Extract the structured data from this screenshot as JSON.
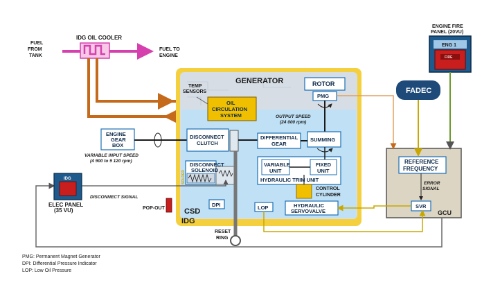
{
  "labels": {
    "fuel_from": [
      "FUEL",
      "FROM",
      "TANK"
    ],
    "idg_oil_cooler": "IDG OIL COOLER",
    "fuel_to": [
      "FUEL TO",
      "ENGINE"
    ],
    "engine_fire_panel": [
      "ENGINE FIRE",
      "PANEL (20VU)"
    ],
    "eng1": "ENG 1",
    "fire": "FIRE",
    "generator": "GENERATOR",
    "rotor": "ROTOR",
    "pmg": "PMG",
    "temp_sensors": [
      "TEMP",
      "SENSORS"
    ],
    "oil_circulation": [
      "OIL",
      "CIRCULATION",
      "SYSTEM"
    ],
    "output_speed": [
      "OUTPUT SPEED",
      "(24 000 rpm)"
    ],
    "fadec": "FADEC",
    "engine_gear_box": [
      "ENGINE",
      "GEAR",
      "BOX"
    ],
    "variable_input_speed": [
      "VARIABLE INPUT SPEED",
      "(4 900 to 9 120 rpm)"
    ],
    "disconnect_clutch": [
      "DISCONNECT",
      "CLUTCH"
    ],
    "differential_gear": [
      "DIFFERENTIAL",
      "GEAR"
    ],
    "summing": "SUMMING",
    "disconnect_solenoid": [
      "DISCONNECT",
      "SOLENOID"
    ],
    "solder": "SOLDER",
    "variable_unit": [
      "VARIABLE",
      "UNIT"
    ],
    "fixed_unit": [
      "FIXED",
      "UNIT"
    ],
    "hydraulic_trim_unit": "HYDRAULIC TRIM UNIT",
    "control_cylinder": [
      "CONTROL",
      "CYLINDER"
    ],
    "reference_frequency": [
      "REFERENCE",
      "FREQUENCY"
    ],
    "error_signal": [
      "ERROR",
      "SIGNAL"
    ],
    "idg_small": "IDG",
    "elec_panel": [
      "ELEC PANEL",
      "(35 VU)"
    ],
    "disconnect_signal": "DISCONNECT SIGNAL",
    "pop_out": "POP-OUT",
    "dpi": "DPI",
    "csd": "CSD",
    "idg": "IDG",
    "lop": "LOP",
    "hydraulic_servovalve": [
      "HYDRAULIC",
      "SERVOVALVE"
    ],
    "svr": "SVR",
    "gcu": "GCU",
    "reset_ring": [
      "RESET",
      "RING"
    ]
  },
  "legend": [
    "PMG: Permanent Magnet Generator",
    "DPI: Differential Pressure Indicator",
    "LOP: Low Oil Pressure"
  ],
  "colors": {
    "idg_frame": "#f4d03f",
    "generator_bg": "#d6dde5",
    "csd_bg": "#bfe0f5",
    "box_bg": "#ffffff",
    "box_border": "#1a6fb5",
    "oil_circ": "#f0c000",
    "fuel_line": "#d63fae",
    "oil_line": "#c56a1a",
    "fadec": "#1e4a7a",
    "gcu_bg": "#dcd5c3",
    "fire_panel_bg": "#1f5a8c",
    "fire_button": "#c81e1e",
    "signal_line": "#6a6a6a"
  }
}
